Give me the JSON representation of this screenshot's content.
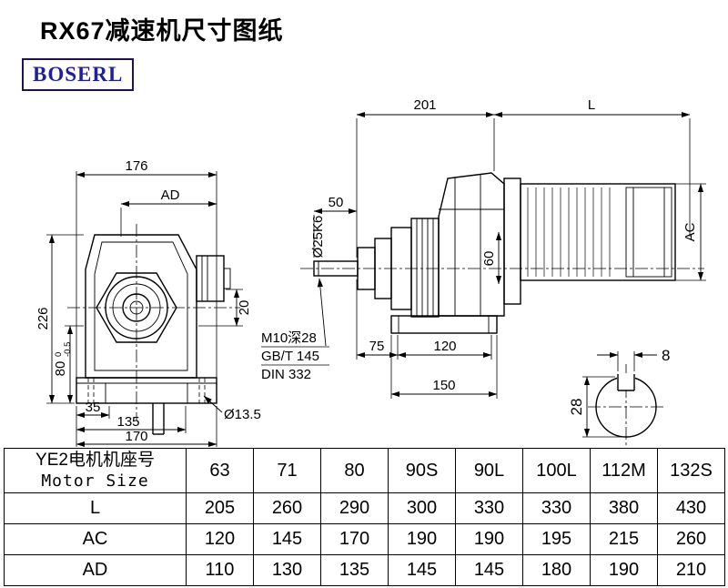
{
  "page": {
    "title": "RX67减速机尺寸图纸",
    "logo": "BOSERL"
  },
  "front_view": {
    "w176": "176",
    "ad": "AD",
    "h226": "226",
    "h80": "80",
    "h80_tol_top": "0",
    "h80_tol_bot": "-0.5",
    "d20": "20",
    "w35": "35",
    "w135": "135",
    "w170": "170",
    "hole": "Ø13.5"
  },
  "side_view": {
    "w201": "201",
    "l": "L",
    "w50": "50",
    "shaft": "Ø25K6",
    "h60": "60",
    "ac": "AC",
    "thread1": "M10深28",
    "thread2": "GB/T 145",
    "thread3": "DIN 332",
    "w75": "75",
    "w120": "120",
    "w150": "150"
  },
  "section": {
    "key_w": "8",
    "h28": "28"
  },
  "table": {
    "header": {
      "label_line1": "YE2电机机座号",
      "label_line2": "Motor Size",
      "sizes": [
        "63",
        "71",
        "80",
        "90S",
        "90L",
        "100L",
        "112M",
        "132S"
      ]
    },
    "rows": [
      {
        "label": "L",
        "values": [
          "205",
          "260",
          "290",
          "300",
          "330",
          "330",
          "380",
          "430"
        ]
      },
      {
        "label": "AC",
        "values": [
          "120",
          "145",
          "170",
          "190",
          "190",
          "195",
          "215",
          "260"
        ]
      },
      {
        "label": "AD",
        "values": [
          "110",
          "130",
          "135",
          "145",
          "145",
          "180",
          "190",
          "210"
        ]
      }
    ]
  }
}
